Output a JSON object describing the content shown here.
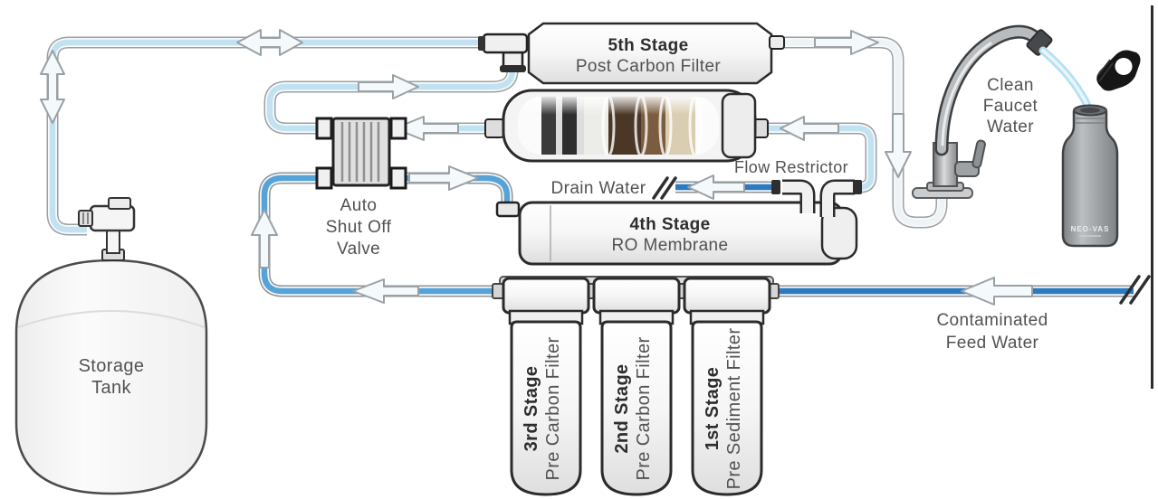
{
  "labels": {
    "stage5_title": "5th Stage",
    "stage5_name": "Post Carbon Filter",
    "stage4_title": "4th Stage",
    "stage4_name": "RO Membrane",
    "auto_shutoff_1": "Auto",
    "auto_shutoff_2": "Shut Off",
    "auto_shutoff_3": "Valve",
    "drain_water": "Drain Water",
    "flow_restrictor": "Flow Restrictor",
    "contaminated_1": "Contaminated",
    "contaminated_2": "Feed Water",
    "storage_tank_1": "Storage",
    "storage_tank_2": "Tank",
    "clean_faucet_1": "Clean",
    "clean_faucet_2": "Faucet",
    "clean_faucet_3": "Water",
    "bottle_brand": "NEO-VAS"
  },
  "filters": [
    {
      "stage": "3rd Stage",
      "name": "Pre Carbon Filter"
    },
    {
      "stage": "2nd Stage",
      "name": "Pre Carbon Filter"
    },
    {
      "stage": "1st Stage",
      "name": "Pre Sediment Filter"
    }
  ],
  "colors": {
    "feed_water_blue": "#2b7bc0",
    "filtered_water_blue": "#55a3d8",
    "clean_water_blue": "#c2e2f2",
    "component_outline": "#2b2b2b"
  }
}
